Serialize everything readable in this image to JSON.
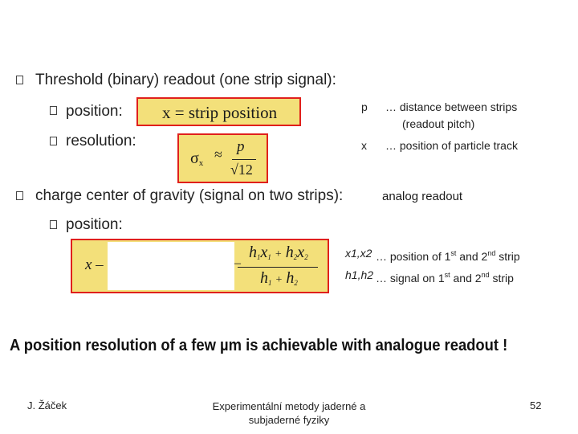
{
  "section1": {
    "bullet_text": "Threshold (binary) readout (one strip signal):",
    "position_label": "position:",
    "position_formula": "x = strip position",
    "resolution_label": "resolution:",
    "resolution_formula": {
      "lhs": "σ",
      "lhs_sub": "x",
      "approx": "≈",
      "numerator": "p",
      "denominator": "√12"
    },
    "side_notes": [
      {
        "symbol": "p",
        "text_line1": "… distance between strips",
        "text_line2": "(readout pitch)"
      },
      {
        "symbol": "x",
        "text_line1": "… position of particle track"
      }
    ]
  },
  "section2": {
    "bullet_text": "charge center of gravity (signal on two strips):",
    "tag": "analog readout",
    "position_label": "position:",
    "formula": {
      "lhs": "x –",
      "minus": "–",
      "num_h1": "h",
      "num_h1_sub": "1",
      "num_x1": "x",
      "num_x1_sub": "1",
      "plus": "+",
      "num_h2": "h",
      "num_h2_sub": "2",
      "num_x2": "x",
      "num_x2_sub": "2",
      "den_h1": "h",
      "den_h1_sub": "1",
      "den_h2": "h",
      "den_h2_sub": "2"
    },
    "side_notes": [
      {
        "symbols": "x1,x2",
        "pre": "… position of 1",
        "sup1": "st",
        "mid": " and 2",
        "sup2": "nd",
        "post": " strip"
      },
      {
        "symbols": "h1,h2",
        "pre": "… signal on 1",
        "sup1": "st",
        "mid": " and 2",
        "sup2": "nd",
        "post": " strip"
      }
    ]
  },
  "highlight": "A position resolution of a few µm is achievable with analogue readout !",
  "footer": {
    "author": "J. Žáček",
    "course_line1": "Experimentální metody jaderné a",
    "course_line2": "subjaderné fyziky",
    "page": "52"
  },
  "colors": {
    "box_border": "#e0201c",
    "box_fill": "#f3e07a",
    "white_fill": "#ffffff"
  }
}
